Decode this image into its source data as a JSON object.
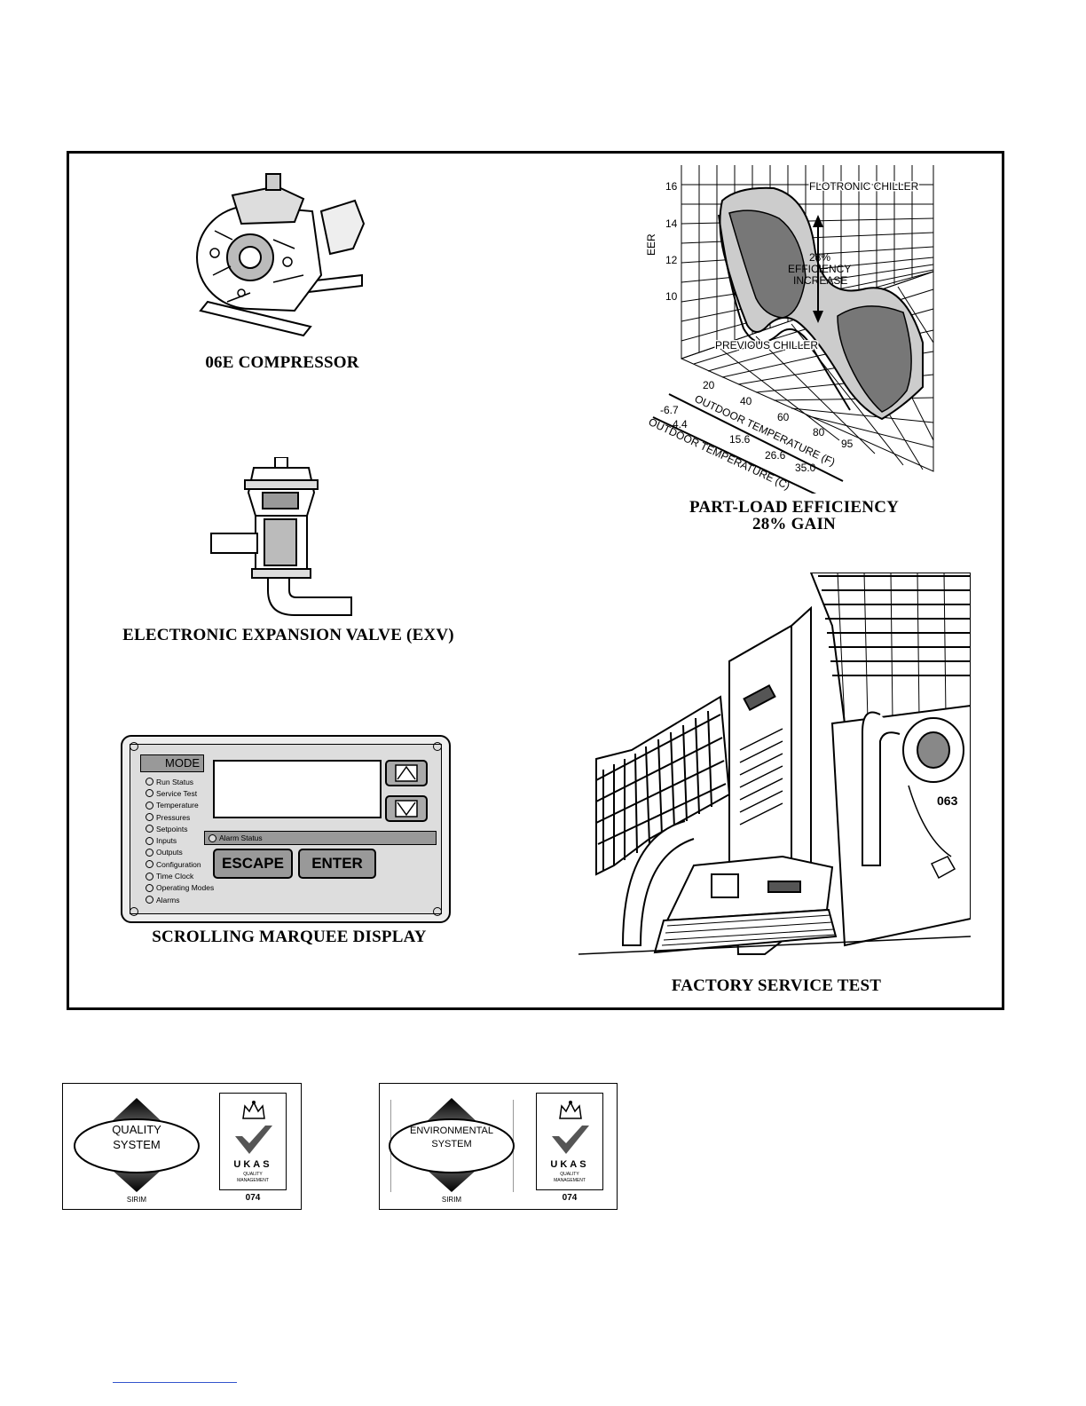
{
  "figures": {
    "compressor": {
      "caption": "06E COMPRESSOR"
    },
    "exv": {
      "caption": "ELECTRONIC EXPANSION VALVE (EXV)"
    },
    "marquee": {
      "caption": "SCROLLING MARQUEE DISPLAY",
      "mode_title": "MODE",
      "modes": [
        "Run Status",
        "Service Test",
        "Temperature",
        "Pressures",
        "Setpoints",
        "Inputs",
        "Outputs",
        "Configuration",
        "Time Clock",
        "Operating Modes",
        "Alarms"
      ],
      "alarm_status": "Alarm Status",
      "escape": "ESCAPE",
      "enter": "ENTER"
    },
    "efficiency": {
      "caption_line1": "PART-LOAD EFFICIENCY",
      "caption_line2": "28% GAIN",
      "ylabel": "EER",
      "yticks": [
        "16",
        "14",
        "12",
        "10"
      ],
      "series_top": "FLOTRONIC CHILLER",
      "series_bottom": "PREVIOUS CHILLER",
      "annot_l1": "28%",
      "annot_l2": "EFFICIENCY",
      "annot_l3": "INCREASE",
      "xticks_f": [
        "20",
        "40",
        "60",
        "80",
        "95"
      ],
      "xlabel_f": "OUTDOOR TEMPERATURE (F)",
      "xticks_c": [
        "-6.7",
        "4.4",
        "15.6",
        "26.6",
        "35.0"
      ],
      "xlabel_c": "OUTDOOR TEMPERATURE (C)"
    },
    "service": {
      "caption": "FACTORY SERVICE TEST",
      "unit_label": "063"
    }
  },
  "logos": [
    {
      "line1": "QUALITY",
      "line2": "SYSTEM",
      "issuer": "SIRIM",
      "ukas": "UKAS",
      "ukas_sub1": "QUALITY",
      "ukas_sub2": "MANAGEMENT",
      "number": "074"
    },
    {
      "line1": "ENVIRONMENTAL",
      "line2": "SYSTEM",
      "issuer": "SIRIM",
      "ukas": "UKAS",
      "ukas_sub1": "QUALITY",
      "ukas_sub2": "MANAGEMENT",
      "number": "074"
    }
  ]
}
